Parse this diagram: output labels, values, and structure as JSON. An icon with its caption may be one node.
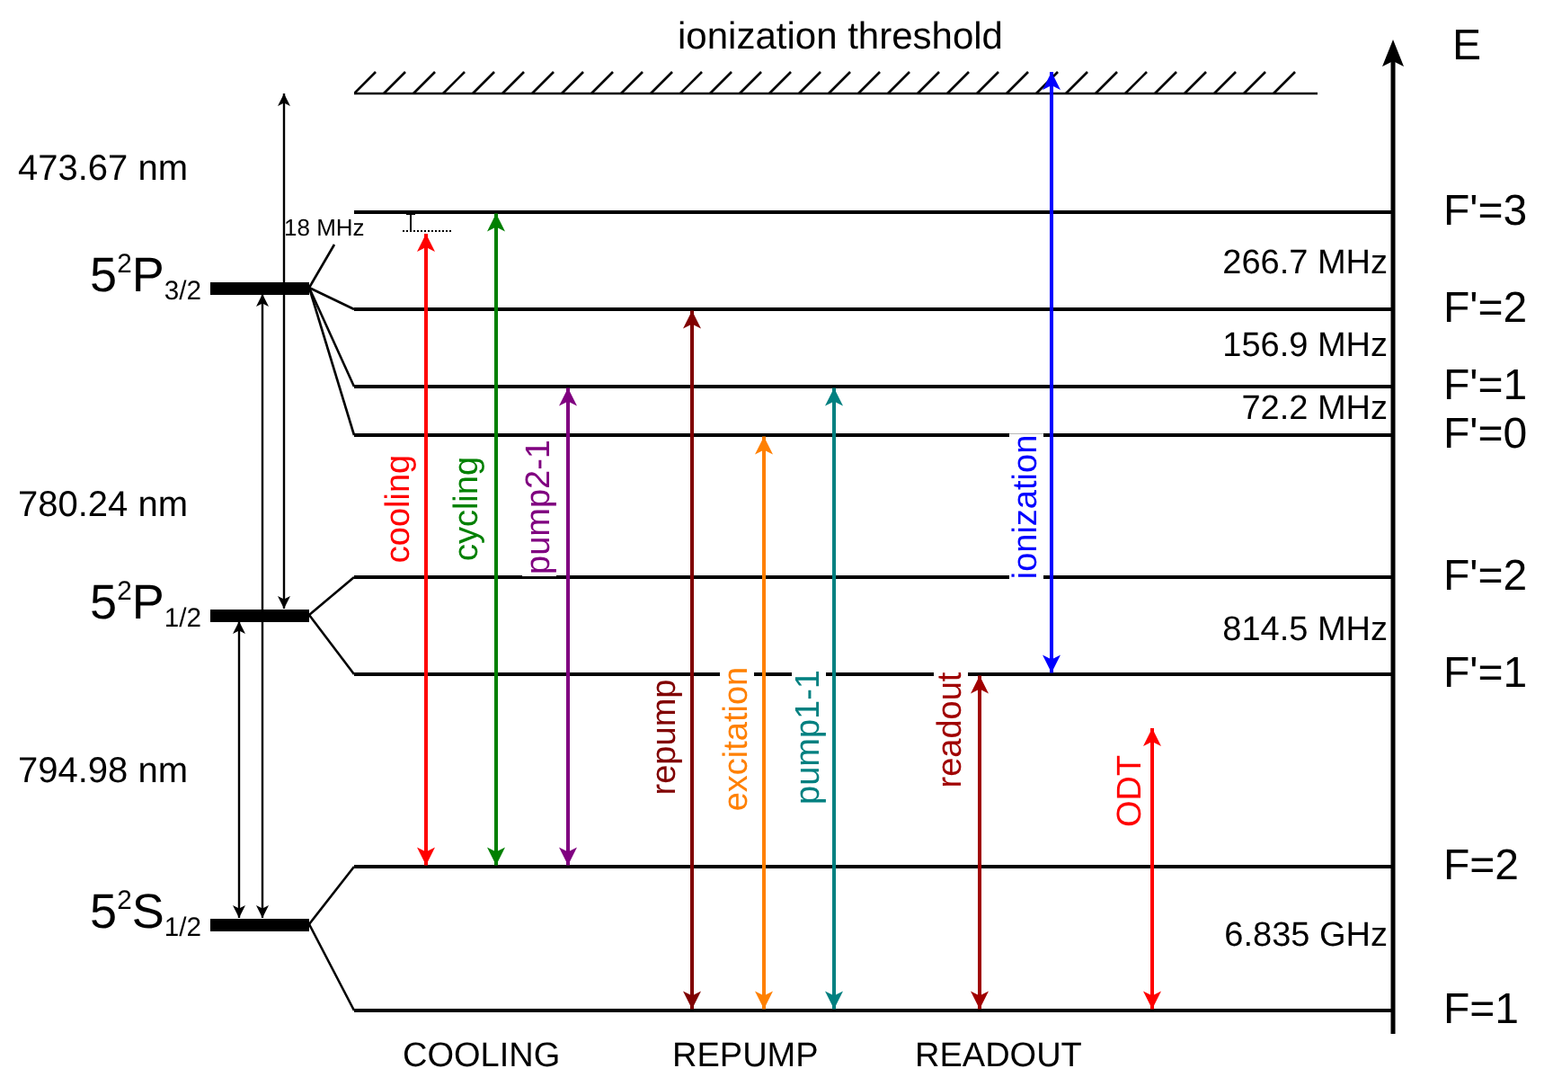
{
  "diagram": {
    "nodes": [
      {
        "text": [],
        "shape": "bar",
        "beside": [
          "ionization threshold"
        ]
      },
      {
        "text": [
          "18 MHz"
        ]
      },
      {
        "text": [],
        "shape": "bar",
        "beside": [
          "5$^{2}$P$_{3/2}$"
        ]
      },
      {
        "text": [],
        "shape": "bar",
        "beside": [
          "F'=3"
        ]
      },
      {
        "text": [],
        "shape": "bar",
        "beside": [
          "F'=2"
        ]
      },
      {
        "text": [],
        "shape": "bar",
        "beside": [
          "F'=1"
        ]
      },
      {
        "text": [],
        "shape": "bar",
        "beside": [
          "F'=0"
        ]
      },
      {
        "text": [],
        "shape": "bar",
        "beside": [
          "5$^{2}$P$_{1/2}$"
        ]
      },
      {
        "text": [],
        "shape": "bar",
        "beside": [
          "F'=2"
        ]
      },
      {
        "text": [],
        "shape": "bar",
        "beside": [
          "F'=1"
        ]
      },
      {
        "text": [],
        "shape": "bar",
        "beside": [
          "5$^{2}$S$_{1/2}$"
        ]
      },
      {
        "text": [],
        "shape": "bar",
        "beside": [
          "F=2"
        ]
      },
      {
        "text": [],
        "shape": "bar",
        "beside": [
          "F=1"
        ]
      }
    ],
    "edges": [
      {
        "from": 7,
        "to": 0,
        "arrow": "both",
        "label": "473.67 nm"
      },
      {
        "from": 10,
        "to": 2,
        "arrow": "both",
        "label": "780.24 nm"
      },
      {
        "from": 10,
        "to": 7,
        "arrow": "both",
        "label": "794.98 nm"
      },
      {
        "from": 2,
        "to": 1,
        "arrow": "none"
      },
      {
        "from": 2,
        "to": 4,
        "arrow": "none"
      },
      {
        "from": 2,
        "to": 5,
        "arrow": "none"
      },
      {
        "from": 2,
        "to": 6,
        "arrow": "none"
      },
      {
        "from": 7,
        "to": 8,
        "arrow": "none"
      },
      {
        "from": 7,
        "to": 9,
        "arrow": "none"
      },
      {
        "from": 10,
        "to": 11,
        "arrow": "none"
      },
      {
        "from": 10,
        "to": 12,
        "arrow": "none"
      },
      {
        "from": 11,
        "to": 3,
        "arrow": "both",
        "label": "cooling",
        "color": "#ff0000"
      },
      {
        "from": 11,
        "to": 3,
        "arrow": "both",
        "label": "cycling",
        "color": "#008000"
      },
      {
        "from": 11,
        "to": 5,
        "arrow": "both",
        "label": "pump2-1",
        "color": "#800080"
      },
      {
        "from": 12,
        "to": 4,
        "arrow": "both",
        "label": "repump",
        "color": "#800000"
      },
      {
        "from": 12,
        "to": 6,
        "arrow": "both",
        "label": "excitation",
        "color": "#ff8000"
      },
      {
        "from": 12,
        "to": 5,
        "arrow": "both",
        "label": "pump1-1",
        "color": "#008080"
      },
      {
        "from": 9,
        "to": 0,
        "arrow": "both",
        "label": "ionization",
        "color": "#0000ff"
      },
      {
        "from": 12,
        "to": 9,
        "arrow": "both",
        "label": "readout",
        "color": "#a00000"
      },
      {
        "from": null,
        "to": 12,
        "arrow": "both",
        "label": "ODT",
        "color": "#ff0000"
      }
    ],
    "labels": [
      "E",
      "266.7 MHz",
      "156.9 MHz",
      "72.2 MHz",
      "814.5 MHz",
      "6.835 GHz",
      "COOLING",
      "REPUMP",
      "READOUT"
    ]
  }
}
